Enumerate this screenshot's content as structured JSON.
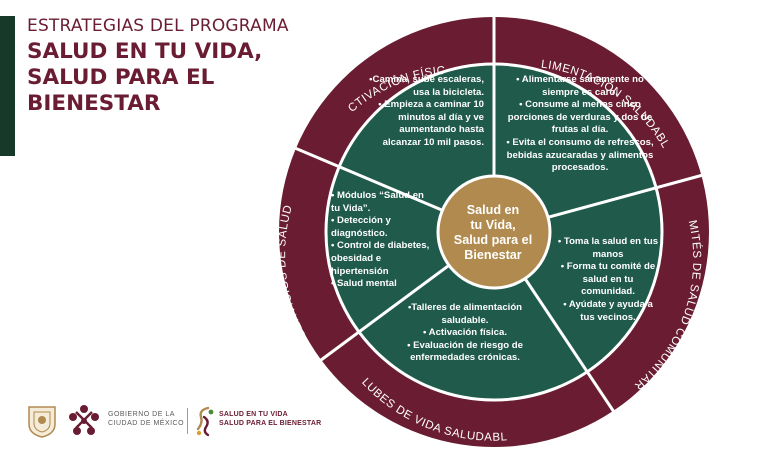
{
  "header": {
    "subtitle": "ESTRATEGIAS DEL PROGRAMA",
    "title_lines": [
      "SALUD EN TU VIDA,",
      "SALUD PARA EL",
      "BIENESTAR"
    ]
  },
  "colors": {
    "accent_dark_green": "#16392a",
    "outer_ring_maroon": "#691c32",
    "inner_green": "#1f5a4a",
    "center_gold": "#b08a4e"
  },
  "wheel": {
    "center_label": [
      "Salud en",
      "tu Vida,",
      "Salud para el",
      "Bienestar"
    ],
    "ring_labels": {
      "activacion": "ACTIVACIÓN FÍSICA",
      "alimentacion": "ALIMENTACIÓN SALUDABLE",
      "comites": "COMITÉS DE SALUD COMUNITARIOS",
      "clubes": "CLUBES DE VIDA SALUDABLE",
      "servicios": "SERVICIOS DE SALUD"
    },
    "segments": {
      "activacion": [
        "•Camina, sube escaleras, usa la bicicleta.",
        "• Empieza a caminar 10 minutos al día y ve aumentando hasta alcanzar 10 mil pasos."
      ],
      "alimentacion": [
        "• Alimentarse sanamente no siempre es caro.",
        "• Consume al menos cinco porciones de verduras y dos de frutas al día.",
        "• Evita el consumo de refrescos, bebidas azucaradas y alimentos procesados."
      ],
      "comites": [
        "• Toma la salud en tus manos",
        "• Forma tu comité de salud en tu comunidad.",
        "• Ayúdate y ayuda a tus vecinos."
      ],
      "clubes": [
        "•Talleres de alimentación saludable.",
        "• Activación física.",
        "• Evaluación de riesgo de enfermedades crónicas."
      ],
      "servicios": [
        "• Módulos “Salud en tu Vida”.",
        "• Detección y diagnóstico.",
        "• Control de diabetes, obesidad e hipertensión",
        "• Salud mental"
      ]
    }
  },
  "footer": {
    "gov_lines": [
      "GOBIERNO DE LA",
      "CIUDAD DE MÉXICO"
    ],
    "program_lines": [
      "SALUD EN TU VIDA",
      "SALUD PARA EL BIENESTAR"
    ]
  }
}
